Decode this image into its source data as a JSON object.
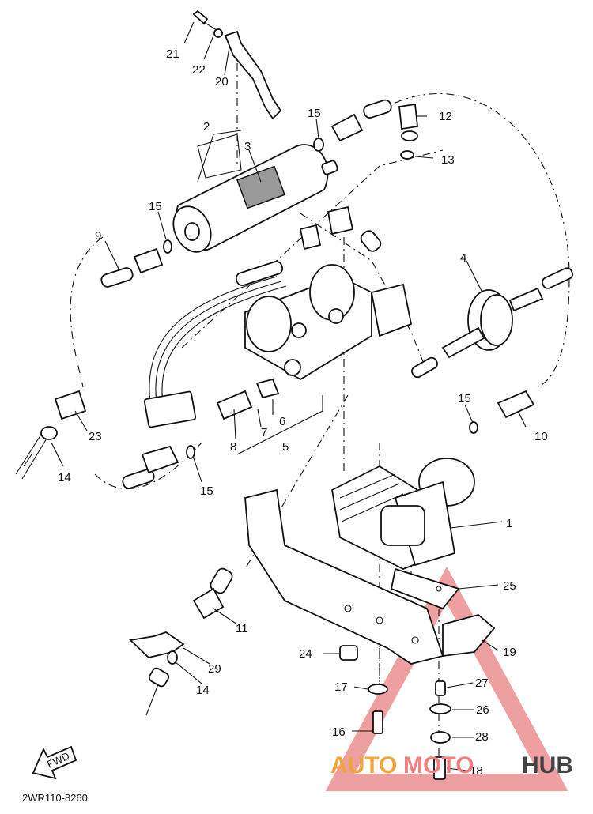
{
  "diagram_code": "2WR110-8260",
  "callouts": [
    "1",
    "2",
    "3",
    "4",
    "5",
    "6",
    "7",
    "8",
    "9",
    "10",
    "11",
    "12",
    "13",
    "14",
    "14",
    "15",
    "15",
    "15",
    "15",
    "16",
    "17",
    "18",
    "19",
    "20",
    "21",
    "22",
    "23",
    "24",
    "25",
    "26",
    "27",
    "28",
    "29"
  ],
  "watermark": {
    "part1": "AUTO",
    "part2": "MOTO",
    "part3": "HUB"
  },
  "fwd_label": "FWD",
  "colors": {
    "line": "#111111",
    "watermark_orange": "#f2a33a",
    "watermark_red": "#e05050",
    "watermark_dark": "#444444"
  }
}
